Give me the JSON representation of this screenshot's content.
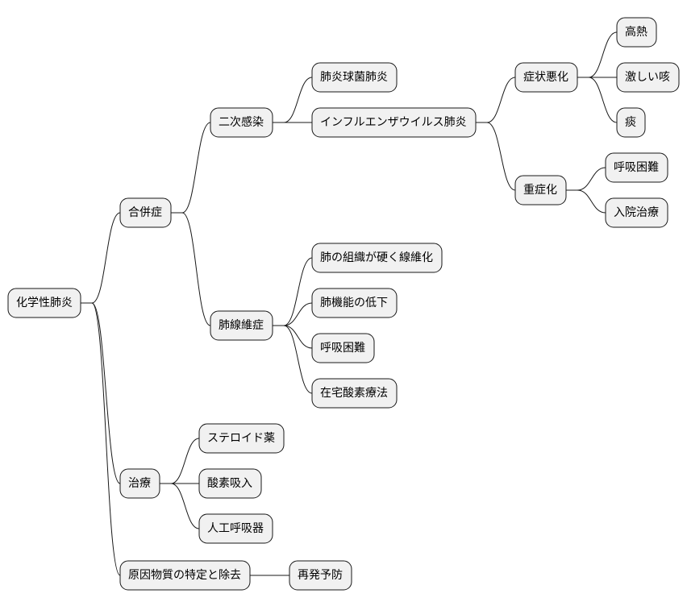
{
  "root": {
    "label": "化学性肺炎",
    "children": [
      {
        "label": "合併症",
        "children": [
          {
            "label": "二次感染",
            "children": [
              {
                "label": "肺炎球菌肺炎"
              },
              {
                "label": "インフルエンザウイルス肺炎",
                "children": [
                  {
                    "label": "症状悪化",
                    "children": [
                      {
                        "label": "高熱"
                      },
                      {
                        "label": "激しい咳"
                      },
                      {
                        "label": "痰"
                      }
                    ]
                  },
                  {
                    "label": "重症化",
                    "children": [
                      {
                        "label": "呼吸困難"
                      },
                      {
                        "label": "入院治療"
                      }
                    ]
                  }
                ]
              }
            ]
          },
          {
            "label": "肺線維症",
            "children": [
              {
                "label": "肺の組織が硬く線維化"
              },
              {
                "label": "肺機能の低下"
              },
              {
                "label": "呼吸困難"
              },
              {
                "label": "在宅酸素療法"
              }
            ]
          }
        ]
      },
      {
        "label": "治療",
        "children": [
          {
            "label": "ステロイド薬"
          },
          {
            "label": "酸素吸入"
          },
          {
            "label": "人工呼吸器"
          }
        ]
      },
      {
        "label": "原因物質の特定と除去",
        "children": [
          {
            "label": "再発予防"
          }
        ]
      }
    ]
  }
}
